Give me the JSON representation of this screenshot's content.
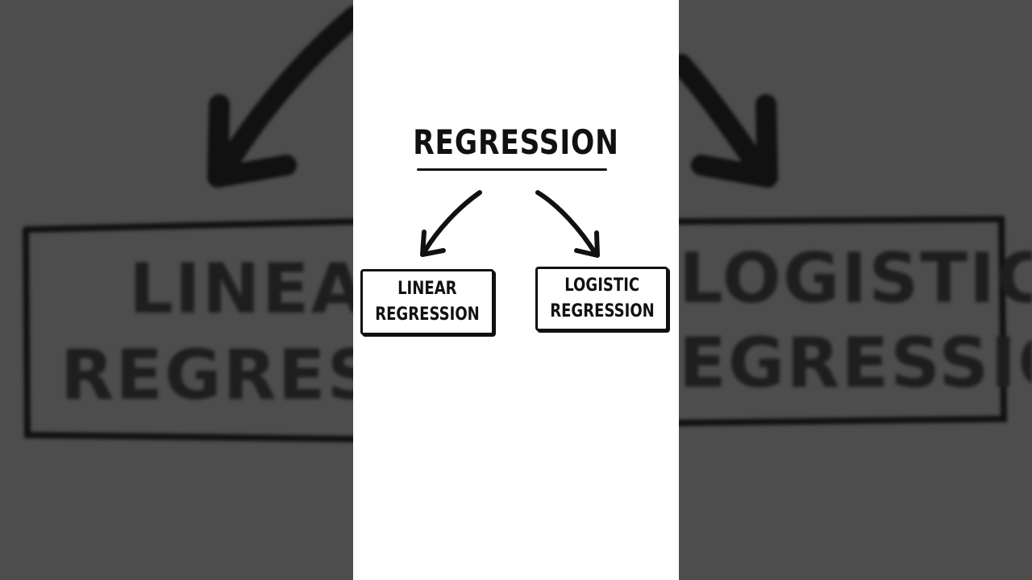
{
  "background": {
    "color": "#4d4d4d",
    "left_text": [
      "LINEAR",
      "REGRESSIO"
    ],
    "right_text": [
      "LOGISTIC",
      "EGRESSION"
    ]
  },
  "diagram": {
    "title": "REGRESSION",
    "nodes": [
      {
        "line1": "LINEAR",
        "line2": "REGRESSION"
      },
      {
        "line1": "LOGISTIC",
        "line2": "REGRESSION"
      }
    ],
    "ink_color": "#111111",
    "panel_color": "#ffffff"
  }
}
